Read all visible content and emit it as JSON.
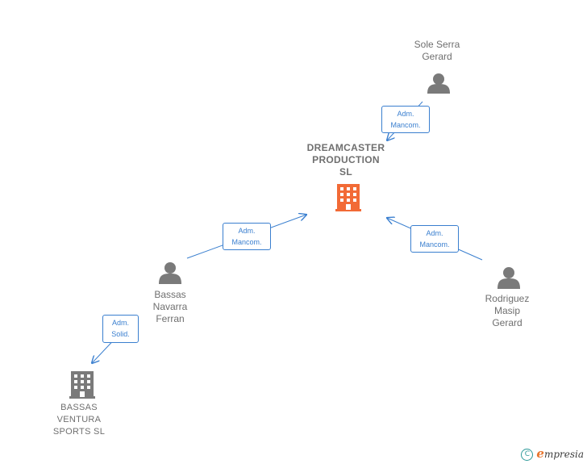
{
  "colors": {
    "edge": "#3a7fcf",
    "person_icon": "#7a7a7a",
    "company_main_icon": "#f26a36",
    "company_other_icon": "#7a7a7a"
  },
  "nodes": {
    "dreamcaster": {
      "label": "DREAMCASTER\nPRODUCTION\nSL",
      "icon": "building-icon"
    },
    "sole_serra": {
      "label": "Sole Serra\nGerard",
      "icon": "person-icon"
    },
    "bassas_navarra": {
      "label": "Bassas\nNavarra\nFerran",
      "icon": "person-icon"
    },
    "rodriguez_masip": {
      "label": "Rodriguez\nMasip\nGerard",
      "icon": "person-icon"
    },
    "bassas_ventura": {
      "label": "BASSAS\nVENTURA\nSPORTS  SL",
      "icon": "building-icon"
    }
  },
  "edges": {
    "sole_to_dreamcaster": "Adm.\nMancom.",
    "bassas_navarra_to_dreamcaster": "Adm.\nMancom.",
    "rodriguez_to_dreamcaster": "Adm.\nMancom.",
    "bassas_navarra_to_ventura": "Adm.\nSolid."
  },
  "footer": {
    "copyright": "C",
    "brand_initial": "e",
    "brand_rest": "mpresia"
  }
}
